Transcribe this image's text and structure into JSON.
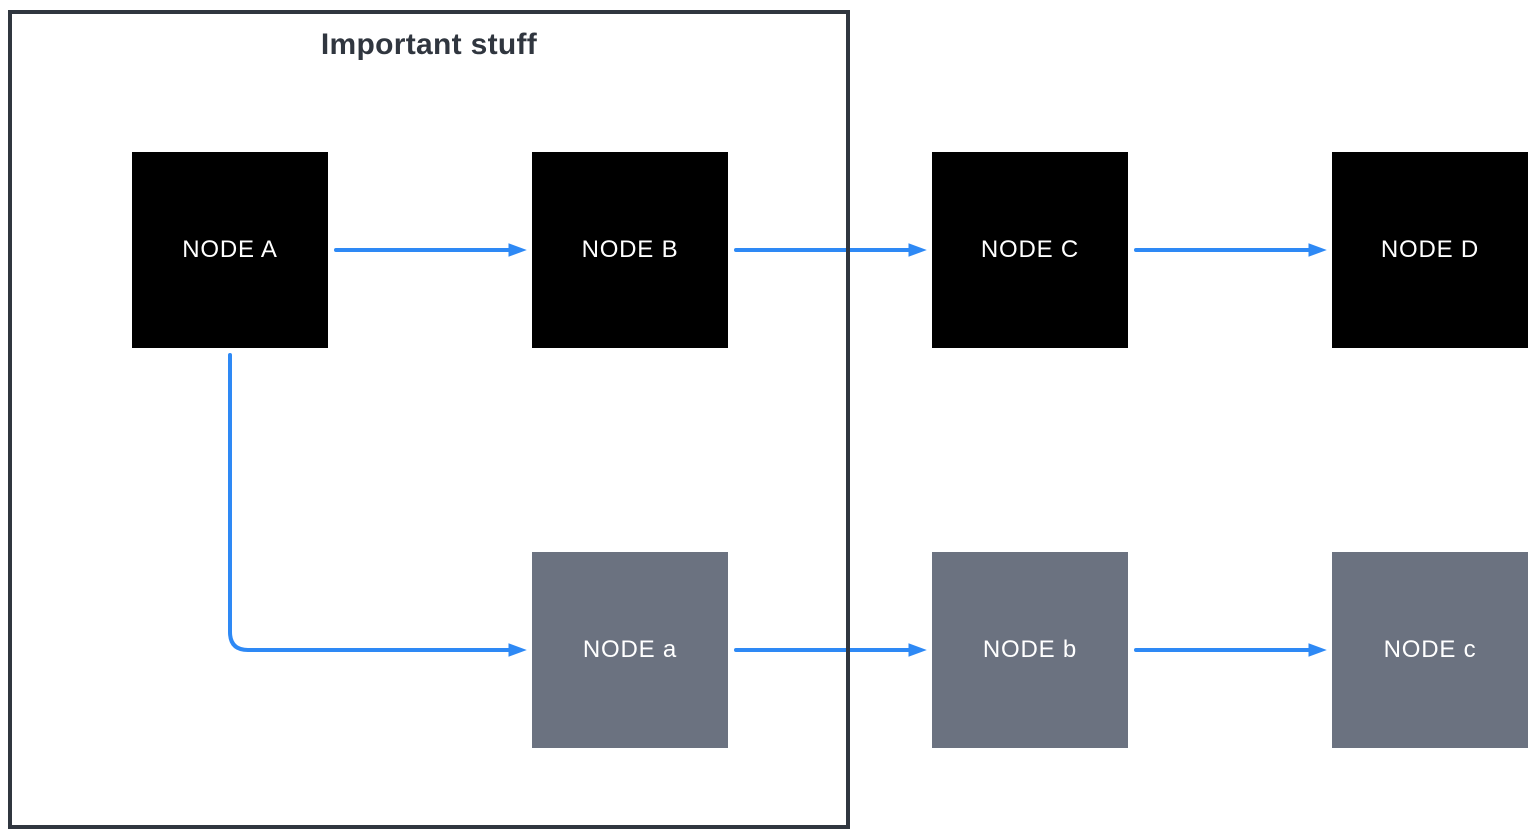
{
  "diagram": {
    "group": {
      "title": "Important stuff"
    },
    "nodes": [
      {
        "id": "A",
        "label": "NODE A",
        "type": "primary",
        "row": "top",
        "in_group": true
      },
      {
        "id": "B",
        "label": "NODE B",
        "type": "primary",
        "row": "top",
        "in_group": true
      },
      {
        "id": "C",
        "label": "NODE C",
        "type": "primary",
        "row": "top",
        "in_group": false
      },
      {
        "id": "D",
        "label": "NODE D",
        "type": "primary",
        "row": "top",
        "in_group": false
      },
      {
        "id": "a",
        "label": "NODE a",
        "type": "secondary",
        "row": "bottom",
        "in_group": true
      },
      {
        "id": "b",
        "label": "NODE b",
        "type": "secondary",
        "row": "bottom",
        "in_group": false
      },
      {
        "id": "c",
        "label": "NODE c",
        "type": "secondary",
        "row": "bottom",
        "in_group": false
      }
    ],
    "edges": [
      {
        "from": "A",
        "to": "B",
        "shape": "straight"
      },
      {
        "from": "B",
        "to": "C",
        "shape": "straight"
      },
      {
        "from": "C",
        "to": "D",
        "shape": "straight"
      },
      {
        "from": "A",
        "to": "a",
        "shape": "elbow"
      },
      {
        "from": "a",
        "to": "b",
        "shape": "straight"
      },
      {
        "from": "b",
        "to": "c",
        "shape": "straight"
      }
    ],
    "colors": {
      "node_primary": "#000000",
      "node_secondary": "#6B7280",
      "node_text": "#FFFFFF",
      "edge": "#2E89F5",
      "group_border": "#30363F",
      "group_title": "#30363F",
      "background": "#FFFFFF"
    }
  }
}
